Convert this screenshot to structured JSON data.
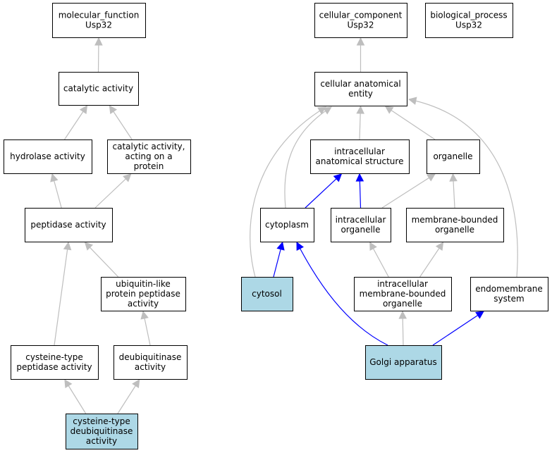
{
  "colors": {
    "node_default": "#ffffff",
    "node_highlight": "#add8e6",
    "edge_gray": "#bebebe",
    "edge_blue": "#0000ff"
  },
  "nodes": {
    "molecular_function": {
      "lines": [
        "molecular_function",
        "Usp32"
      ],
      "highlight": false
    },
    "catalytic_activity": {
      "lines": [
        "catalytic activity"
      ],
      "highlight": false
    },
    "hydrolase_activity": {
      "lines": [
        "hydrolase activity"
      ],
      "highlight": false
    },
    "catalytic_activity_protein": {
      "lines": [
        "catalytic activity,",
        "acting on a",
        "protein"
      ],
      "highlight": false
    },
    "peptidase_activity": {
      "lines": [
        "peptidase activity"
      ],
      "highlight": false
    },
    "ubiquitin_like_peptidase": {
      "lines": [
        "ubiquitin-like",
        "protein peptidase",
        "activity"
      ],
      "highlight": false
    },
    "cysteine_type_peptidase": {
      "lines": [
        "cysteine-type",
        "peptidase activity"
      ],
      "highlight": false
    },
    "deubiquitinase_activity": {
      "lines": [
        "deubiquitinase",
        "activity"
      ],
      "highlight": false
    },
    "cysteine_type_deubiquitinase": {
      "lines": [
        "cysteine-type",
        "deubiquitinase",
        "activity"
      ],
      "highlight": true
    },
    "cellular_component": {
      "lines": [
        "cellular_component",
        "Usp32"
      ],
      "highlight": false
    },
    "biological_process": {
      "lines": [
        "biological_process",
        "Usp32"
      ],
      "highlight": false
    },
    "cellular_anatomical_entity": {
      "lines": [
        "cellular anatomical",
        "entity"
      ],
      "highlight": false
    },
    "intracellular_anatomical_structure": {
      "lines": [
        "intracellular",
        "anatomical structure"
      ],
      "highlight": false
    },
    "organelle": {
      "lines": [
        "organelle"
      ],
      "highlight": false
    },
    "cytoplasm": {
      "lines": [
        "cytoplasm"
      ],
      "highlight": false
    },
    "intracellular_organelle": {
      "lines": [
        "intracellular",
        "organelle"
      ],
      "highlight": false
    },
    "membrane_bounded_organelle": {
      "lines": [
        "membrane-bounded",
        "organelle"
      ],
      "highlight": false
    },
    "cytosol": {
      "lines": [
        "cytosol"
      ],
      "highlight": true
    },
    "intracellular_membrane_bounded_organelle": {
      "lines": [
        "intracellular",
        "membrane-bounded",
        "organelle"
      ],
      "highlight": false
    },
    "endomembrane_system": {
      "lines": [
        "endomembrane",
        "system"
      ],
      "highlight": false
    },
    "golgi_apparatus": {
      "lines": [
        "Golgi apparatus"
      ],
      "highlight": true
    }
  },
  "edges": [
    {
      "from": "catalytic_activity",
      "to": "molecular_function",
      "color": "gray"
    },
    {
      "from": "hydrolase_activity",
      "to": "catalytic_activity",
      "color": "gray"
    },
    {
      "from": "catalytic_activity_protein",
      "to": "catalytic_activity",
      "color": "gray"
    },
    {
      "from": "peptidase_activity",
      "to": "hydrolase_activity",
      "color": "gray"
    },
    {
      "from": "peptidase_activity",
      "to": "catalytic_activity_protein",
      "color": "gray"
    },
    {
      "from": "ubiquitin_like_peptidase",
      "to": "peptidase_activity",
      "color": "gray"
    },
    {
      "from": "cysteine_type_peptidase",
      "to": "peptidase_activity",
      "color": "gray"
    },
    {
      "from": "deubiquitinase_activity",
      "to": "ubiquitin_like_peptidase",
      "color": "gray"
    },
    {
      "from": "cysteine_type_deubiquitinase",
      "to": "cysteine_type_peptidase",
      "color": "gray"
    },
    {
      "from": "cysteine_type_deubiquitinase",
      "to": "deubiquitinase_activity",
      "color": "gray"
    },
    {
      "from": "cellular_anatomical_entity",
      "to": "cellular_component",
      "color": "gray"
    },
    {
      "from": "intracellular_anatomical_structure",
      "to": "cellular_anatomical_entity",
      "color": "gray"
    },
    {
      "from": "organelle",
      "to": "cellular_anatomical_entity",
      "color": "gray"
    },
    {
      "from": "cytoplasm",
      "to": "cellular_anatomical_entity",
      "color": "gray"
    },
    {
      "from": "cytosol",
      "to": "cellular_anatomical_entity",
      "color": "gray"
    },
    {
      "from": "endomembrane_system",
      "to": "cellular_anatomical_entity",
      "color": "gray"
    },
    {
      "from": "cytoplasm",
      "to": "intracellular_anatomical_structure",
      "color": "blue"
    },
    {
      "from": "intracellular_organelle",
      "to": "intracellular_anatomical_structure",
      "color": "blue"
    },
    {
      "from": "intracellular_organelle",
      "to": "organelle",
      "color": "gray"
    },
    {
      "from": "membrane_bounded_organelle",
      "to": "organelle",
      "color": "gray"
    },
    {
      "from": "cytosol",
      "to": "cytoplasm",
      "color": "blue"
    },
    {
      "from": "golgi_apparatus",
      "to": "cytoplasm",
      "color": "blue"
    },
    {
      "from": "intracellular_membrane_bounded_organelle",
      "to": "intracellular_organelle",
      "color": "gray"
    },
    {
      "from": "intracellular_membrane_bounded_organelle",
      "to": "membrane_bounded_organelle",
      "color": "gray"
    },
    {
      "from": "golgi_apparatus",
      "to": "intracellular_membrane_bounded_organelle",
      "color": "gray"
    },
    {
      "from": "golgi_apparatus",
      "to": "endomembrane_system",
      "color": "blue"
    }
  ]
}
